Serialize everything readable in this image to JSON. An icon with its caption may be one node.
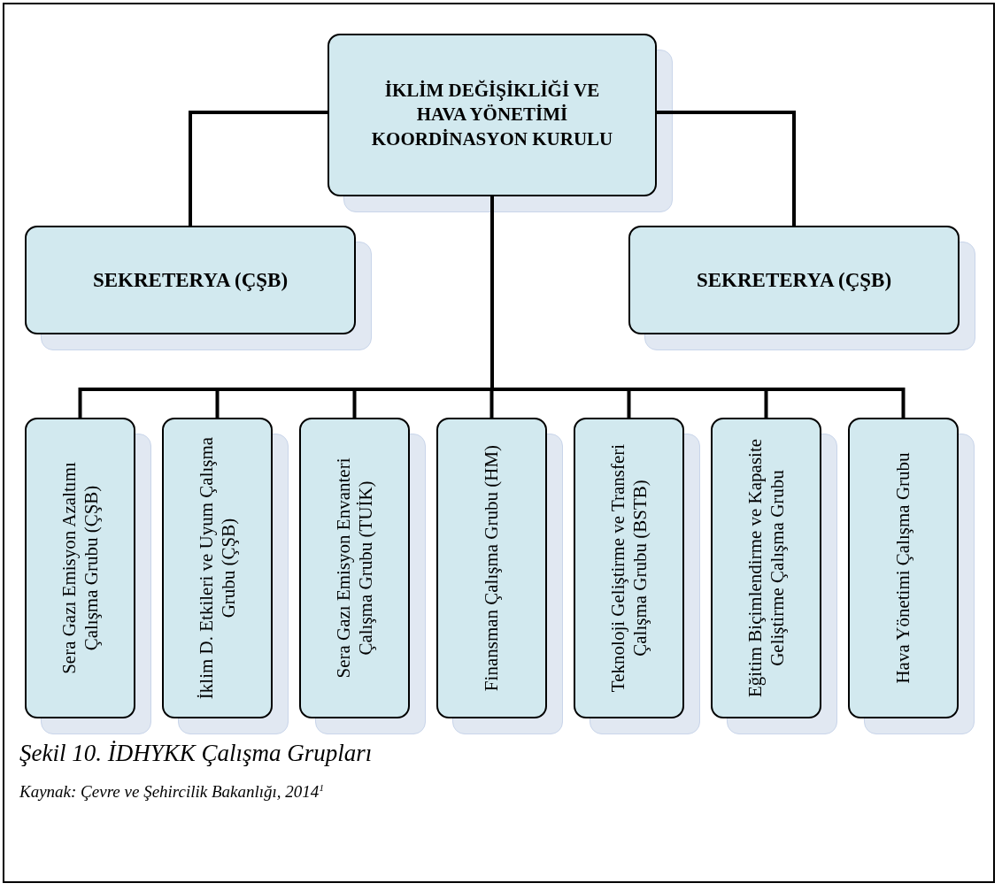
{
  "diagram": {
    "caption": "Şekil 10. İDHYKK Çalışma Grupları",
    "nodes": [
      {
        "text": [
          "İKLİM DEĞİŞİKLİĞİ VE HAVA YÖNETİMİ KOORDİNASYON KURULU"
        ]
      },
      {
        "text": [
          "SEKRETERYA (ÇŞB)"
        ]
      },
      {
        "text": [
          "SEKRETERYA (ÇŞB)"
        ]
      },
      {
        "text": [
          "Sera Gazı Emisyon Azaltımı Çalışma Grubu (ÇŞB)"
        ]
      },
      {
        "text": [
          "İklim D. Etkileri ve Uyum Çalışma Grubu (ÇŞB)"
        ]
      },
      {
        "text": [
          "Sera Gazı Emisyon Envanteri Çalışma Grubu (TUİK)"
        ]
      },
      {
        "text": [
          "Finansman Çalışma Grubu (HM)"
        ]
      },
      {
        "text": [
          "Teknoloji Geliştirme ve Transferi Çalışma Grubu (BSTB)"
        ]
      },
      {
        "text": [
          "Eğitim Biçimlendirme ve Kapasite Geliştirme Çalışma Grubu"
        ]
      },
      {
        "text": [
          "Hava Yönetimi Çalışma Grubu"
        ]
      }
    ],
    "edges": [
      {
        "from": 0,
        "to": 1,
        "arrow": "none"
      },
      {
        "from": 0,
        "to": 2,
        "arrow": "none"
      },
      {
        "from": 0,
        "to": 3,
        "arrow": "none"
      },
      {
        "from": 0,
        "to": 4,
        "arrow": "none"
      },
      {
        "from": 0,
        "to": 5,
        "arrow": "none"
      },
      {
        "from": 0,
        "to": 6,
        "arrow": "none"
      },
      {
        "from": 0,
        "to": 7,
        "arrow": "none"
      },
      {
        "from": 0,
        "to": 8,
        "arrow": "none"
      },
      {
        "from": 0,
        "to": 9,
        "arrow": "none"
      }
    ],
    "labels": [
      "Kaynak: Çevre ve Şehircilik Bakanlığı, 2014$^{1}$"
    ]
  }
}
